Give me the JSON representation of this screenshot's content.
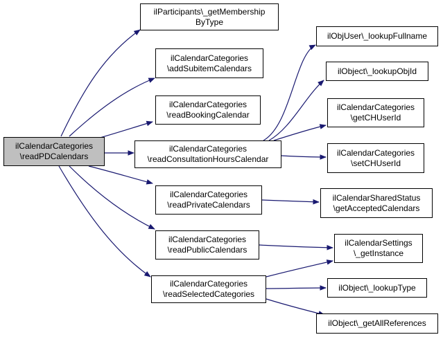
{
  "colors": {
    "edge": "#191970",
    "border": "#000000",
    "root_fill": "#bfbfbf",
    "node_fill": "#ffffff"
  },
  "nodes": [
    {
      "id": "root",
      "lines": [
        "ilCalendarCategories",
        "\\readPDCalendars"
      ]
    },
    {
      "id": "n1",
      "lines": [
        "ilParticipants\\_getMembership",
        "ByType"
      ]
    },
    {
      "id": "n2",
      "lines": [
        "ilCalendarCategories",
        "\\addSubitemCalendars"
      ]
    },
    {
      "id": "n3",
      "lines": [
        "ilCalendarCategories",
        "\\readBookingCalendar"
      ]
    },
    {
      "id": "n4",
      "lines": [
        "ilCalendarCategories",
        "\\readConsultationHoursCalendar"
      ]
    },
    {
      "id": "n5",
      "lines": [
        "ilCalendarCategories",
        "\\readPrivateCalendars"
      ]
    },
    {
      "id": "n6",
      "lines": [
        "ilCalendarCategories",
        "\\readPublicCalendars"
      ]
    },
    {
      "id": "n7",
      "lines": [
        "ilCalendarCategories",
        "\\readSelectedCategories"
      ]
    },
    {
      "id": "n8",
      "lines": [
        "ilObjUser\\_lookupFullname"
      ]
    },
    {
      "id": "n9",
      "lines": [
        "ilObject\\_lookupObjId"
      ]
    },
    {
      "id": "n10",
      "lines": [
        "ilCalendarCategories",
        "\\getCHUserId"
      ]
    },
    {
      "id": "n11",
      "lines": [
        "ilCalendarCategories",
        "\\setCHUserId"
      ]
    },
    {
      "id": "n12",
      "lines": [
        "ilCalendarSharedStatus",
        "\\getAcceptedCalendars"
      ]
    },
    {
      "id": "n13",
      "lines": [
        "ilCalendarSettings",
        "\\_getInstance"
      ]
    },
    {
      "id": "n14",
      "lines": [
        "ilObject\\_lookupType"
      ]
    },
    {
      "id": "n15",
      "lines": [
        "ilObject\\_getAllReferences"
      ]
    }
  ],
  "edges": [
    [
      "root",
      "n1"
    ],
    [
      "root",
      "n2"
    ],
    [
      "root",
      "n3"
    ],
    [
      "root",
      "n4"
    ],
    [
      "root",
      "n5"
    ],
    [
      "root",
      "n6"
    ],
    [
      "root",
      "n7"
    ],
    [
      "n4",
      "n8"
    ],
    [
      "n4",
      "n9"
    ],
    [
      "n4",
      "n10"
    ],
    [
      "n4",
      "n11"
    ],
    [
      "n5",
      "n12"
    ],
    [
      "n6",
      "n13"
    ],
    [
      "n7",
      "n13"
    ],
    [
      "n7",
      "n14"
    ],
    [
      "n7",
      "n15"
    ]
  ]
}
